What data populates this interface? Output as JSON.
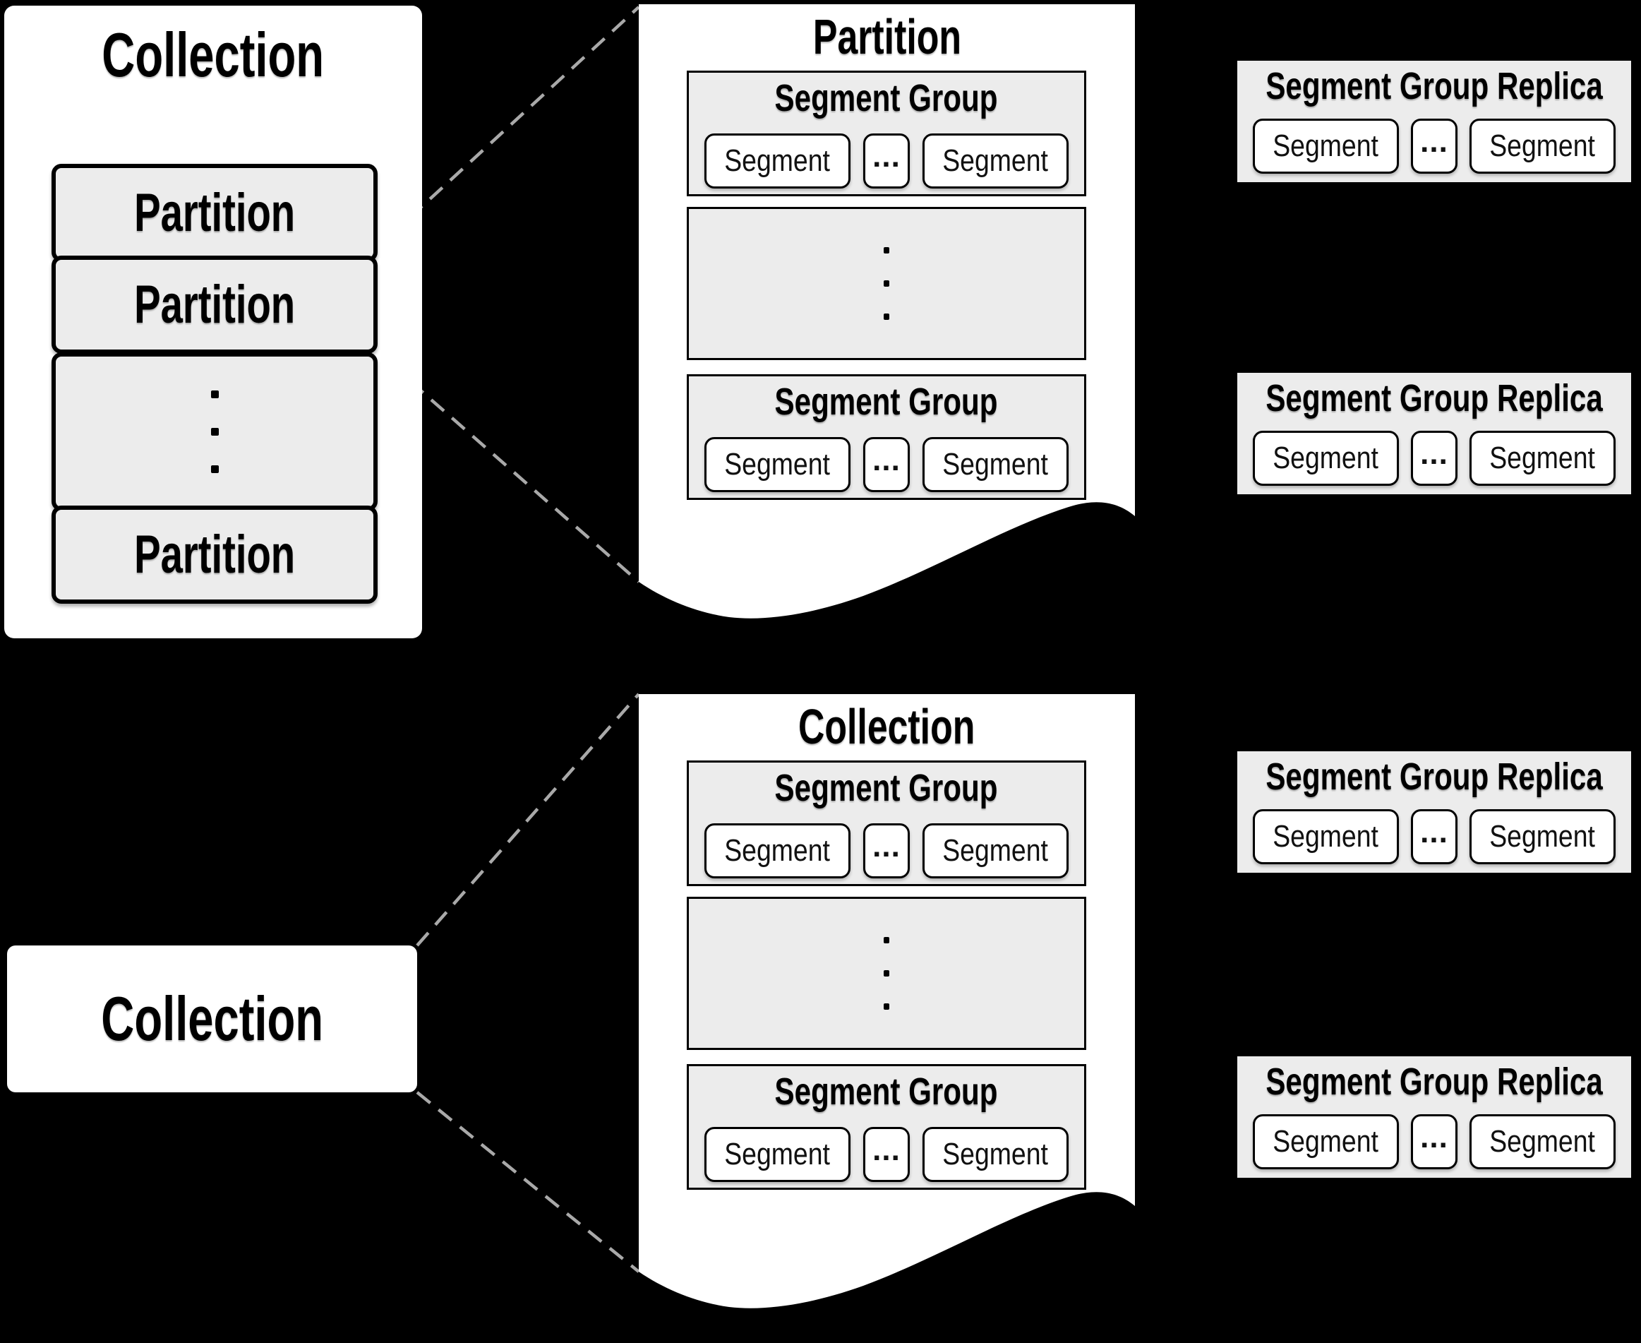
{
  "colors": {
    "background": "#000000",
    "panel_fill": "#ffffff",
    "box_fill": "#ececec",
    "border": "#000000",
    "connector_dash": "#a9a9a9"
  },
  "collection_box": {
    "title": "Collection",
    "partition_labels": [
      "Partition",
      "Partition",
      "Partition"
    ]
  },
  "panels": [
    {
      "title": "Partition",
      "groups": [
        {
          "title": "Segment Group",
          "segment_left": "Segment",
          "ellipsis": "...",
          "segment_right": "Segment"
        },
        {
          "title": "Segment Group",
          "segment_left": "Segment",
          "ellipsis": "...",
          "segment_right": "Segment"
        }
      ]
    },
    {
      "title": "Collection",
      "groups": [
        {
          "title": "Segment Group",
          "segment_left": "Segment",
          "ellipsis": "...",
          "segment_right": "Segment"
        },
        {
          "title": "Segment Group",
          "segment_left": "Segment",
          "ellipsis": "...",
          "segment_right": "Segment"
        }
      ]
    }
  ],
  "collection_label": {
    "title": "Collection"
  },
  "replicas": [
    {
      "title": "Segment Group Replica",
      "segment_left": "Segment",
      "ellipsis": "...",
      "segment_right": "Segment"
    },
    {
      "title": "Segment Group Replica",
      "segment_left": "Segment",
      "ellipsis": "...",
      "segment_right": "Segment"
    },
    {
      "title": "Segment Group Replica",
      "segment_left": "Segment",
      "ellipsis": "...",
      "segment_right": "Segment"
    },
    {
      "title": "Segment Group Replica",
      "segment_left": "Segment",
      "ellipsis": "...",
      "segment_right": "Segment"
    }
  ]
}
